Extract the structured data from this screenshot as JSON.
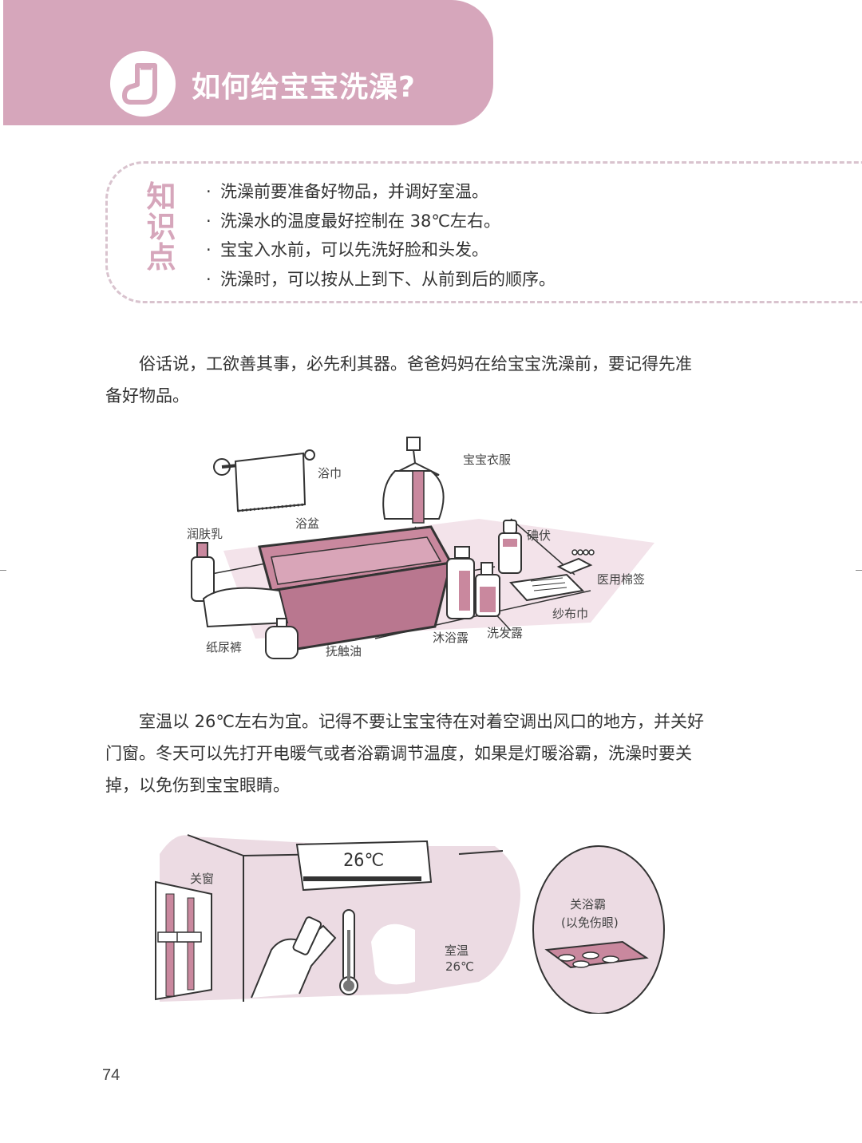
{
  "header": {
    "title": "如何给宝宝洗澡?",
    "icon": "sock-icon",
    "color": "#d6a6bb"
  },
  "knowledge": {
    "label": [
      "知",
      "识",
      "点"
    ],
    "items": [
      "洗澡前要准备好物品，并调好室温。",
      "洗澡水的温度最好控制在 38℃左右。",
      "宝宝入水前，可以先洗好脸和头发。",
      "洗澡时，可以按从上到下、从前到后的顺序。"
    ],
    "bullet": "·"
  },
  "paragraphs": [
    "俗话说，工欲善其事，必先利其器。爸爸妈妈在给宝宝洗澡前，要记得先准备好物品。",
    "室温以 26℃左右为宜。记得不要让宝宝待在对着空调出风口的地方，并关好门窗。冬天可以先打开电暖气或者浴霸调节温度，如果是灯暖浴霸，洗澡时要关掉，以免伤到宝宝眼睛。"
  ],
  "illustration1": {
    "labels": {
      "towel": "浴巾",
      "clothes": "宝宝衣服",
      "tub": "浴盆",
      "lotion": "润肤乳",
      "iodine": "碘伏",
      "cotton_swabs": "医用棉签",
      "gauze": "纱布巾",
      "diapers": "纸尿裤",
      "massage_oil": "抚触油",
      "body_wash": "沐浴露",
      "shampoo": "洗发露"
    }
  },
  "illustration2": {
    "labels": {
      "window": "关窗",
      "ac_display": "26℃",
      "room_temp_line1": "室温",
      "room_temp_line2": "26℃",
      "heater_line1": "关浴霸",
      "heater_line2": "(以免伤眼)"
    }
  },
  "footer": {
    "page_number": "74"
  }
}
